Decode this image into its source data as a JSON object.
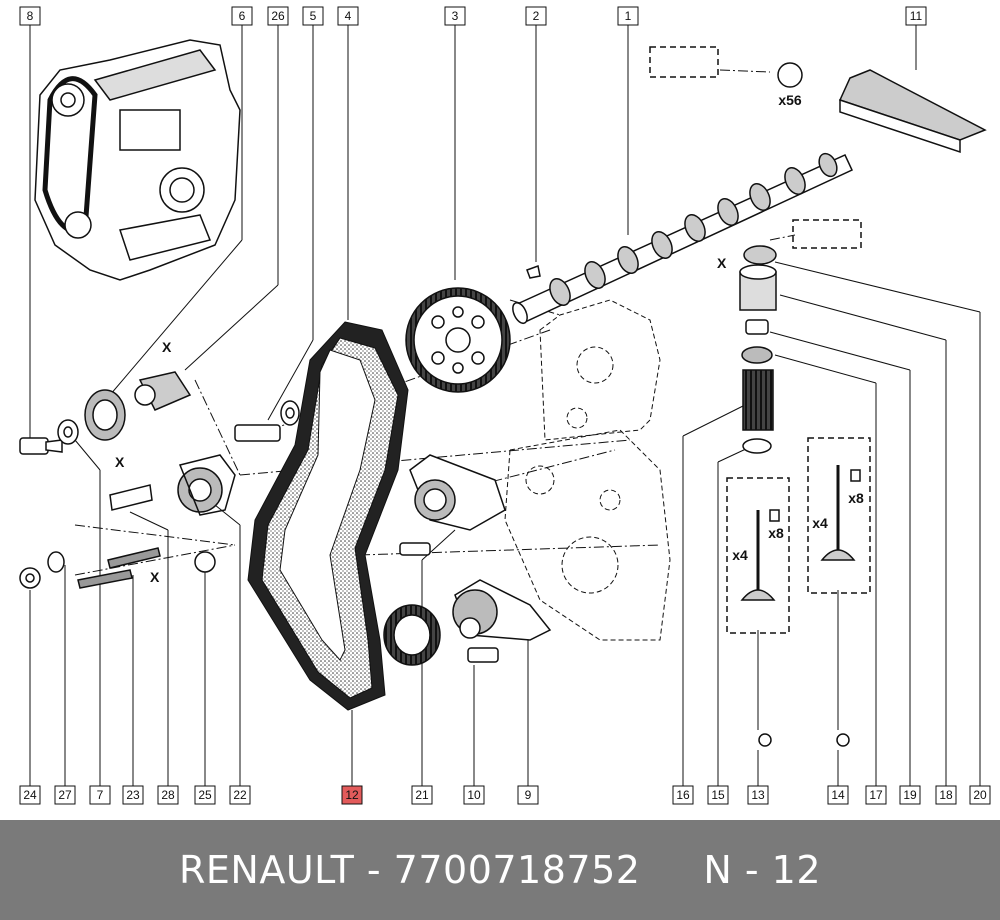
{
  "callouts": [
    "8",
    "6",
    "26",
    "5",
    "4",
    "3",
    "2",
    "1",
    "11",
    "24",
    "27",
    "7",
    "23",
    "28",
    "25",
    "22",
    "12",
    "21",
    "10",
    "9",
    "16",
    "15",
    "13",
    "14",
    "17",
    "19",
    "18",
    "20"
  ],
  "highlight_color": "#e35b5b",
  "quantities": {
    "seals": "x56",
    "valves_a": "x4",
    "keepers_a": "x8",
    "valves_b": "x4",
    "keepers_b": "x8"
  },
  "markers": {
    "x": "X"
  },
  "footer": {
    "brand": "RENAULT",
    "sep1": " - ",
    "part_number": "7700718752",
    "gap": "     ",
    "ref": "N - 12"
  }
}
